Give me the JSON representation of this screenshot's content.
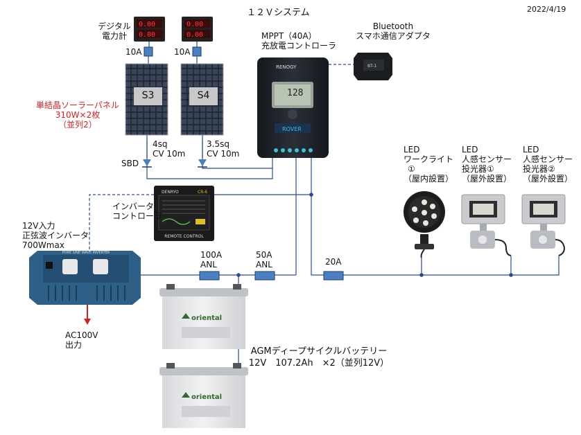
{
  "title": "１２Ｖシステム",
  "date": "2022/4/19",
  "meter": {
    "label": [
      "デジタル",
      "電力計"
    ]
  },
  "fuse_10a": "10A",
  "panels": {
    "s3": "S3",
    "s4": "S4",
    "label": [
      "単結晶ソーラーパネル",
      "310W×2枚",
      "（並列2）"
    ]
  },
  "cable_s3": [
    "4sq",
    "CV 10m"
  ],
  "cable_s4": [
    "3.5sq",
    "CV 10m"
  ],
  "sbd": "SBD",
  "mppt": {
    "label": [
      "MPPT（40A）",
      "充放電コントローラ"
    ],
    "brand": "RENOGY",
    "model": "ROVER",
    "display": "128"
  },
  "bluetooth": {
    "label": [
      "Bluetooth",
      "スマホ通信アダプタ"
    ],
    "model": "BT-1"
  },
  "inv_ctrl": {
    "label": [
      "インバータ",
      "コントローラ"
    ],
    "brand": "DENRYO",
    "model": "CR-6",
    "footer": "REMOTE CONTROL"
  },
  "inverter": {
    "label": [
      "12V入力",
      "正弦波インバータ",
      "700Wmax"
    ],
    "panel_text": "PURE SINE WAVE INVERTER"
  },
  "ac_out": [
    "AC100V",
    "出力"
  ],
  "fuse_100": [
    "100A",
    "ANL"
  ],
  "fuse_50": [
    "50A",
    "ANL"
  ],
  "fuse_20": "20A",
  "battery": {
    "label": [
      "AGMディープサイクルバッテリー",
      "12V　107.2Ah　×2（並列12V）"
    ],
    "brand": "oriental"
  },
  "lights": {
    "work": [
      "LED",
      "ワークライト",
      "①",
      "（屋内設置）"
    ],
    "sensor1": [
      "LED",
      "人感センサー",
      "投光器①",
      "（屋外設置）"
    ],
    "sensor2": [
      "LED",
      "人感センサー",
      "投光器②",
      "（屋外設置）"
    ]
  },
  "colors": {
    "wire": "#2a4a8f",
    "fuse": "#4a7fc1",
    "ac_arrow": "#d62020",
    "inverter": "#2e5f86"
  }
}
